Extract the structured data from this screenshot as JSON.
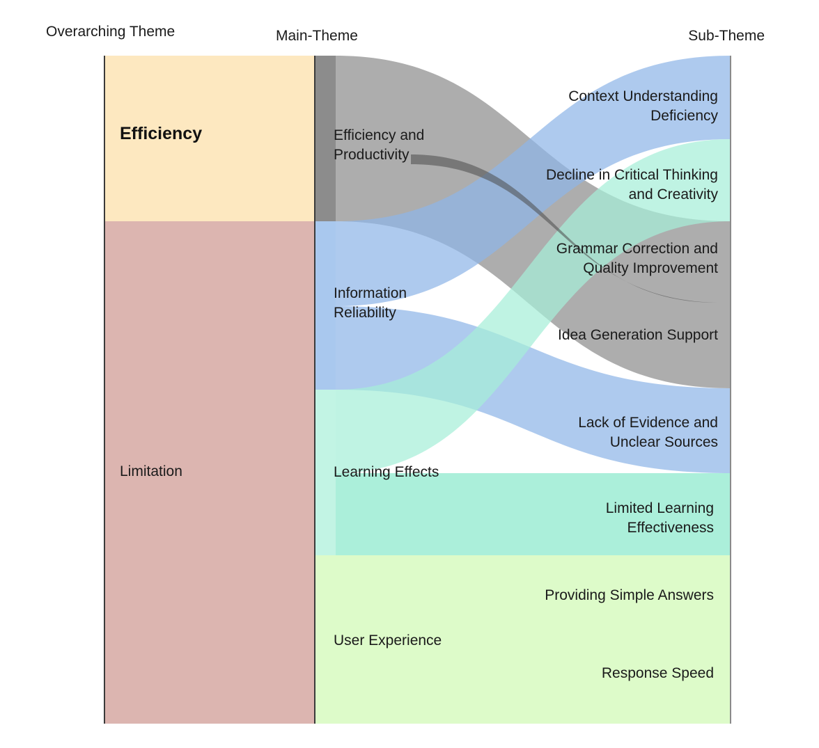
{
  "headers": {
    "overarching": "Overarching Theme",
    "main": "Main-Theme",
    "sub": "Sub-Theme"
  },
  "overarching": [
    {
      "label": "Efficiency",
      "color": "#fde8c0",
      "bold": true
    },
    {
      "label": "Limitation",
      "color": "#dcb5b0",
      "bold": false
    }
  ],
  "main_themes": [
    {
      "lines": [
        "Efficiency and",
        "Productivity"
      ],
      "color": "#a8a8a8"
    },
    {
      "lines": [
        "Information",
        "Reliability"
      ],
      "color": "#a9c8ee"
    },
    {
      "lines": [
        "Learning Effects"
      ],
      "color": "#c2f4e4"
    },
    {
      "lines": [
        "User Experience"
      ],
      "color": "#ddfbc9"
    }
  ],
  "sub_themes": [
    {
      "lines": [
        "Context Understanding",
        "Deficiency"
      ]
    },
    {
      "lines": [
        "Decline in Critical Thinking",
        "and Creativity"
      ]
    },
    {
      "lines": [
        "Grammar Correction and",
        "Quality Improvement"
      ]
    },
    {
      "lines": [
        "Idea Generation Support"
      ]
    },
    {
      "lines": [
        "Lack of Evidence and",
        "Unclear Sources"
      ]
    },
    {
      "lines": [
        "Limited Learning",
        "Effectiveness"
      ]
    },
    {
      "lines": [
        "Providing Simple Answers"
      ]
    },
    {
      "lines": [
        "Response Speed"
      ]
    }
  ],
  "colors": {
    "gray_flow": "#7a7a7a",
    "blue_flow": "#8fb6e8",
    "teal_flow": "#a6eed8",
    "dark_ribbon": "#4a4a4a",
    "divider": "#3a3a3a"
  }
}
